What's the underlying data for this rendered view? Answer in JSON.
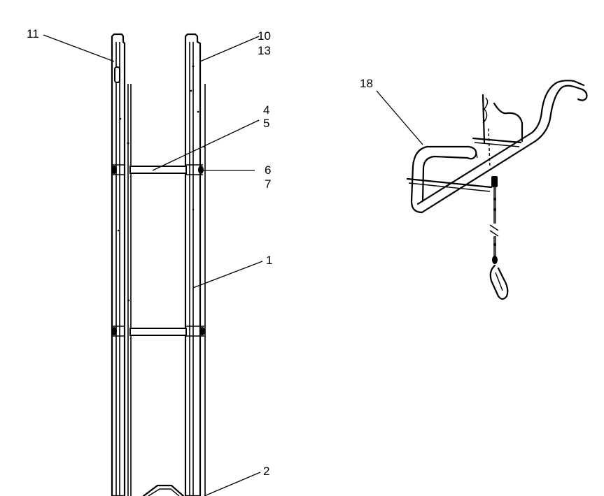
{
  "callouts": {
    "c11": "11",
    "c10": "10",
    "c13": "13",
    "c4": "4",
    "c5": "5",
    "c6": "6",
    "c7": "7",
    "c1": "1",
    "c2": "2",
    "c18": "18"
  },
  "colors": {
    "ink": "#000000",
    "paper": "#ffffff"
  }
}
